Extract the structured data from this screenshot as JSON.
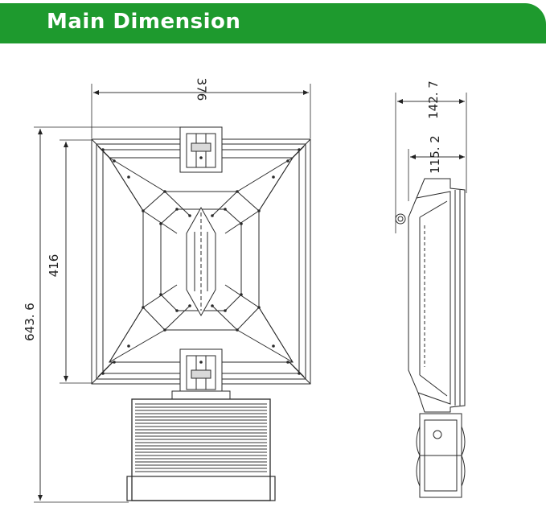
{
  "header": {
    "title": "Main Dimension",
    "bar_color": "#1e9a2e"
  },
  "dimensions": {
    "front_width": "376",
    "front_inner_height": "416",
    "front_total_height": "643. 6",
    "side_total_depth": "142. 7",
    "side_body_depth": "115. 2"
  },
  "colors": {
    "line": "#2a2a2a",
    "fill": "#ffffff"
  }
}
